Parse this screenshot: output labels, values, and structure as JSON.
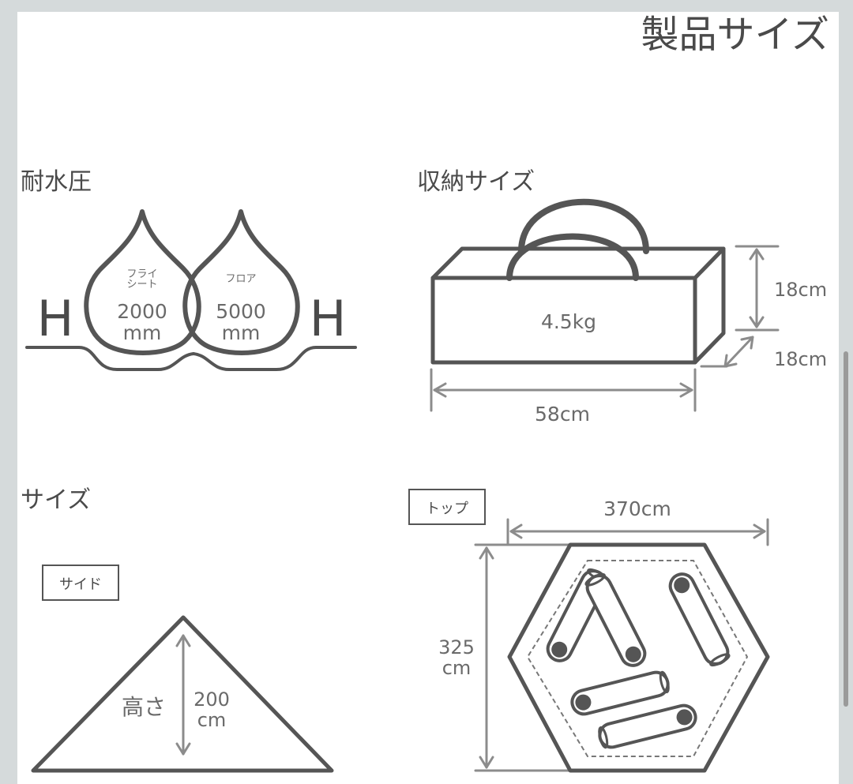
{
  "header": {
    "title": "製品サイズ"
  },
  "waterproof": {
    "heading": "耐水圧",
    "left_letter": "H",
    "right_letter": "H",
    "fly": {
      "label_line1": "フライ",
      "label_line2": "シート",
      "value": "2000",
      "unit": "mm"
    },
    "floor": {
      "label": "フロア",
      "value": "5000",
      "unit": "mm"
    }
  },
  "storage": {
    "heading": "収納サイズ",
    "weight": "4.5kg",
    "height": "18cm",
    "depth": "18cm",
    "width": "58cm"
  },
  "size": {
    "heading": "サイズ",
    "side": {
      "tag": "サイド",
      "height_label": "高さ",
      "height_value": "200",
      "height_unit": "cm"
    },
    "top": {
      "tag": "トップ",
      "width": "370cm",
      "depth_value": "325",
      "depth_unit": "cm",
      "sleeping_bags": 5
    }
  },
  "colors": {
    "ink": "#555555",
    "dimension_lines": "#8c8c8c",
    "background": "#ffffff",
    "frame": "#d5dadb"
  }
}
